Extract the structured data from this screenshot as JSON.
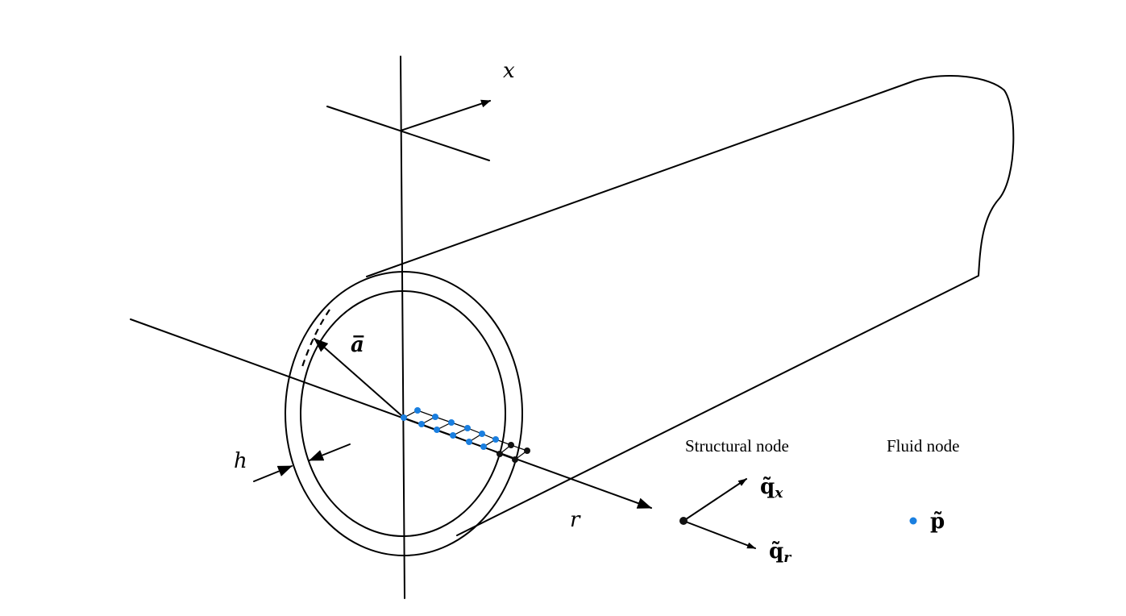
{
  "labels": {
    "x_axis": "x",
    "r_axis": "r",
    "radius": "a̅",
    "thickness": "h"
  },
  "legend": {
    "structural_title": "Structural node",
    "fluid_title": "Fluid node",
    "qx_main": "q̃",
    "qx_sub": "x",
    "qr_main": "q̃",
    "qr_sub": "r",
    "p": "p̃"
  },
  "colors": {
    "fluid_node": "#1a7fe0",
    "structural_node": "#111111",
    "line": "#000000"
  }
}
